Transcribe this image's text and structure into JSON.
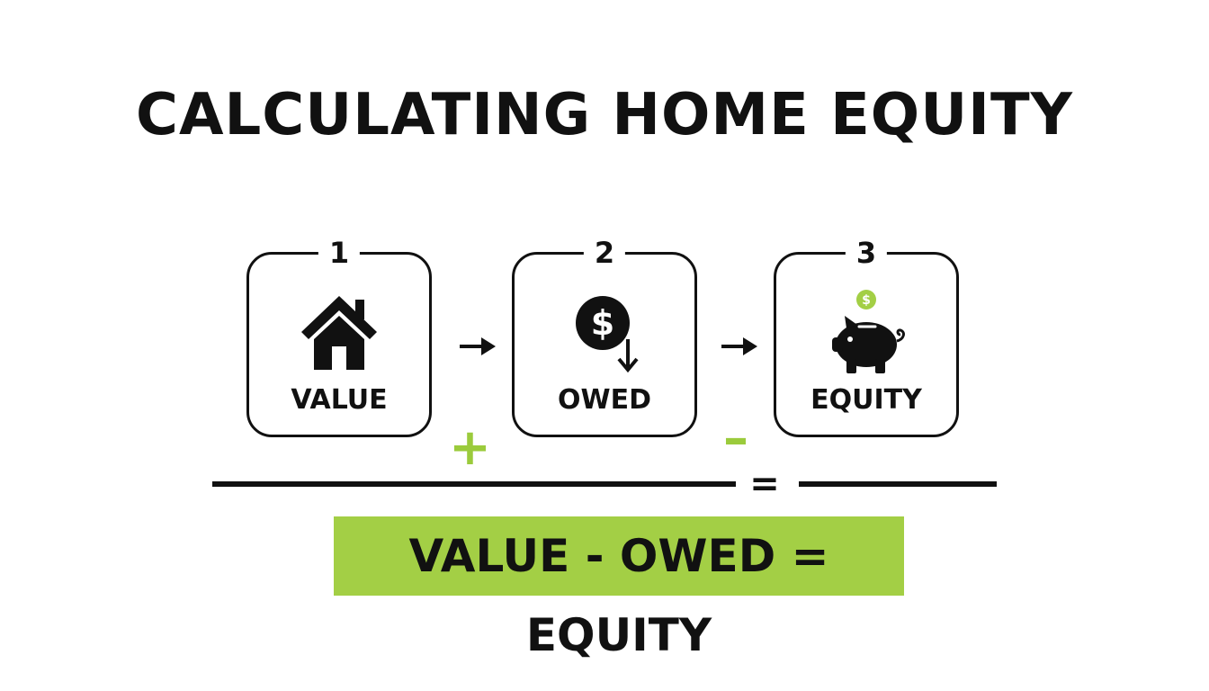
{
  "title": "CALCULATING HOME EQUITY",
  "steps": [
    {
      "number": "1",
      "label": "VALUE",
      "icon": "house-icon"
    },
    {
      "number": "2",
      "label": "OWED",
      "icon": "dollar-down-icon"
    },
    {
      "number": "3",
      "label": "EQUITY",
      "icon": "piggy-bank-icon"
    }
  ],
  "operators": {
    "plus": "+",
    "minus": "–",
    "equals": "="
  },
  "coin_symbol": "$",
  "formula": "VALUE - OWED = EQUITY",
  "colors": {
    "accent": "#a3cf45",
    "ink": "#111111",
    "background": "#ffffff"
  }
}
